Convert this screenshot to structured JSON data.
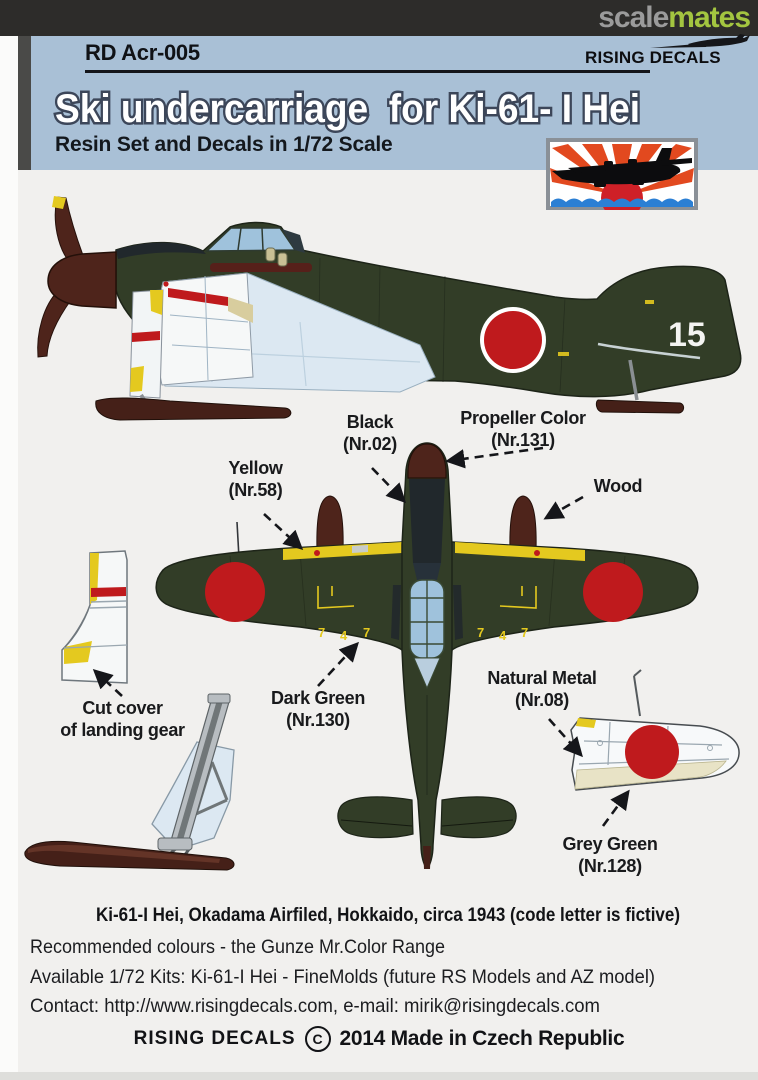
{
  "watermark": {
    "part1": "scale",
    "part2": "mates"
  },
  "header": {
    "product_code": "RD Acr-005",
    "brand": "RISING DECALS",
    "title": "Ski undercarriage  for Ki-61- I Hei",
    "subtitle": "Resin Set and Decals in 1/72 Scale"
  },
  "aircraft": {
    "tail_number": "15",
    "stencils": [
      "7",
      "4",
      "7"
    ]
  },
  "callouts": {
    "black": {
      "line1": "Black",
      "line2": "(Nr.02)"
    },
    "propeller_color": {
      "line1": "Propeller Color",
      "line2": "(Nr.131)"
    },
    "yellow": {
      "line1": "Yellow",
      "line2": "(Nr.58)"
    },
    "wood": {
      "line1": "Wood"
    },
    "cut_cover": {
      "line1": "Cut cover",
      "line2": "of landing gear"
    },
    "dark_green": {
      "line1": "Dark Green",
      "line2": "(Nr.130)"
    },
    "natural_metal": {
      "line1": "Natural Metal",
      "line2": "(Nr.08)"
    },
    "grey_green": {
      "line1": "Grey Green",
      "line2": "(Nr.128)"
    }
  },
  "footer": {
    "caption": "Ki-61-I Hei, Okadama Airfiled, Hokkaido, circa 1943 (code letter is fictive)",
    "lines": [
      "Recommended colours - the Gunze Mr.Color Range",
      "Available 1/72 Kits: Ki-61-I Hei - FineMolds (future RS Models and AZ model)",
      "Contact: http://www.risingdecals.com, e-mail: mirik@risingdecals.com"
    ],
    "brand": "RISING DECALS",
    "copyright_symbol": "C",
    "copyright_text": "2014  Made in Czech Republic"
  },
  "colors": {
    "top_bar": "#2d2c2a",
    "watermark_gray": "#9b9b9b",
    "watermark_green": "#a3c540",
    "band_blue": "#a9c0d6",
    "title_outline": "#3c4659",
    "ink": "#16181c",
    "page_bg": "#f1f0ee",
    "dark_green": "#323d27",
    "antiglare": "#21282c",
    "hinomaru_red": "#bf1a1d",
    "yellow": "#e4c91f",
    "wood_brown": "#4e241b",
    "ski_brown": "#452018",
    "canopy_blue": "#9fc2dc",
    "underside_blue": "#dce8f2",
    "cream": "#e8e3c6",
    "metal_gray": "#b8bdc1",
    "logo_ray_orange": "#e2491f",
    "logo_sun_red": "#cf2027",
    "logo_wave_blue": "#2b7fd4"
  }
}
